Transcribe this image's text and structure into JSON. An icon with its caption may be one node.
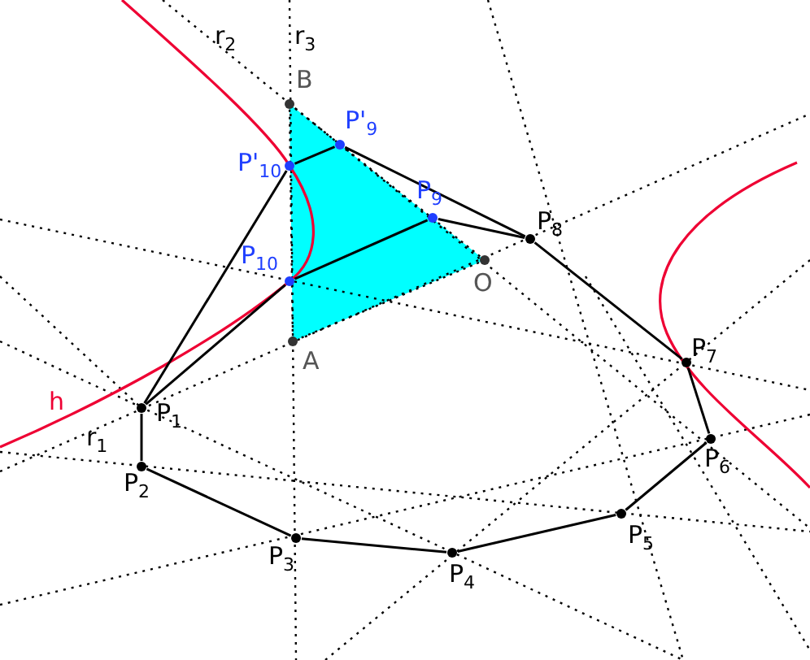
{
  "diagram": {
    "nodes": [
      {
        "text": [
          "B"
        ]
      },
      {
        "text": [
          "P'$_{9}$"
        ]
      },
      {
        "text": [
          "P'$_{10}$"
        ]
      },
      {
        "text": [
          "P$_{9}$"
        ]
      },
      {
        "text": [
          "P$_{8}$"
        ]
      },
      {
        "text": [
          "O"
        ]
      },
      {
        "text": [
          "P$_{10}$"
        ]
      },
      {
        "text": [
          "A"
        ]
      },
      {
        "text": [
          "P$_{7}$"
        ]
      },
      {
        "text": [
          "P$_{1}$"
        ]
      },
      {
        "text": [
          "P$_{6}$"
        ]
      },
      {
        "text": [
          "P$_{2}$"
        ]
      },
      {
        "text": [
          "P$_{5}$"
        ]
      },
      {
        "text": [
          "P$_{3}$"
        ]
      },
      {
        "text": [
          "P$_{4}$"
        ]
      }
    ],
    "edges": [
      {
        "from": 2,
        "to": 1,
        "arrow": "none"
      },
      {
        "from": 1,
        "to": 4,
        "arrow": "none"
      },
      {
        "from": 6,
        "to": 3,
        "arrow": "none"
      },
      {
        "from": 3,
        "to": 4,
        "arrow": "none"
      },
      {
        "from": 2,
        "to": 9,
        "arrow": "none"
      },
      {
        "from": 6,
        "to": 9,
        "arrow": "none"
      },
      {
        "from": 9,
        "to": 11,
        "arrow": "none"
      },
      {
        "from": 11,
        "to": 13,
        "arrow": "none"
      },
      {
        "from": 13,
        "to": 14,
        "arrow": "none"
      },
      {
        "from": 14,
        "to": 12,
        "arrow": "none"
      },
      {
        "from": 12,
        "to": 10,
        "arrow": "none"
      },
      {
        "from": 10,
        "to": 8,
        "arrow": "none"
      },
      {
        "from": 8,
        "to": 4,
        "arrow": "none"
      }
    ],
    "labels": [
      "r$_{2}$",
      "r$_{3}$",
      "h",
      "r$_{1}$"
    ]
  }
}
